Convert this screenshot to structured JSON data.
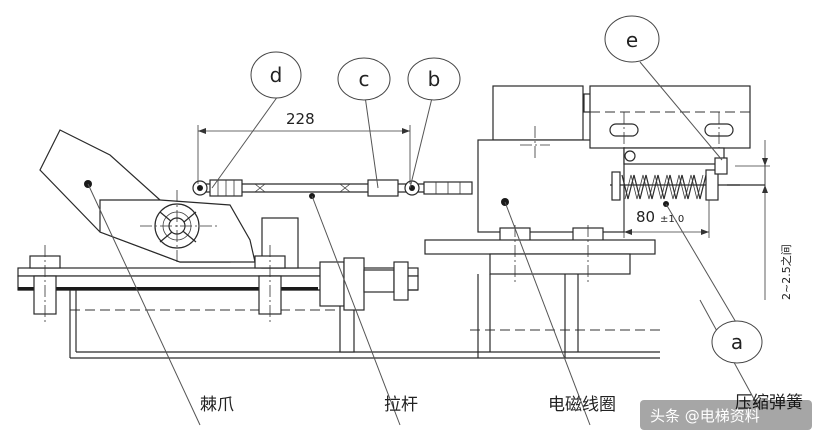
{
  "callouts": {
    "a": "a",
    "b": "b",
    "c": "c",
    "d": "d",
    "e": "e"
  },
  "dimensions": {
    "rod_span": "228",
    "spring_length": "80",
    "spring_tolerance": "±1.0",
    "gap": "2~2.5之间"
  },
  "labels": {
    "pawl": "棘爪",
    "pull_rod": "拉杆",
    "solenoid": "电磁线圈",
    "spring": "压缩弹簧"
  },
  "watermark": "头条 @电梯资料"
}
